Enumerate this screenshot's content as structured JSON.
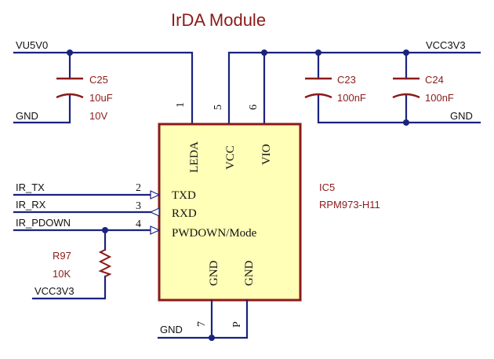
{
  "title": "IrDA Module",
  "nets": {
    "vu5v0": "VU5V0",
    "vcc3v3_top": "VCC3V3",
    "gnd_left": "GND",
    "gnd_right": "GND",
    "gnd_bottom": "GND",
    "ir_tx": "IR_TX",
    "ir_rx": "IR_RX",
    "ir_pdown": "IR_PDOWN",
    "vcc3v3_pullup": "VCC3V3"
  },
  "components": {
    "c25": {
      "ref": "C25",
      "value": "10uF",
      "rating": "10V"
    },
    "c23": {
      "ref": "C23",
      "value": "100nF"
    },
    "c24": {
      "ref": "C24",
      "value": "100nF"
    },
    "r97": {
      "ref": "R97",
      "value": "10K"
    },
    "ic5": {
      "ref": "IC5",
      "part": "RPM973-H11"
    }
  },
  "ic_pins": {
    "ledа_num": "1",
    "leda_num": "1",
    "vcc_num": "5",
    "vio_num": "6",
    "txd_num": "2",
    "rxd_num": "3",
    "pwdown_num": "4",
    "gnd_num": "7",
    "pad_num": "P",
    "leda_name": "LEDA",
    "vcc_name": "VCC",
    "vio_name": "VIO",
    "txd_name": "TXD",
    "rxd_name": "RXD",
    "pwdown_name": "PWDOWN/Mode",
    "gnd1_name": "GND",
    "gnd2_name": "GND"
  }
}
